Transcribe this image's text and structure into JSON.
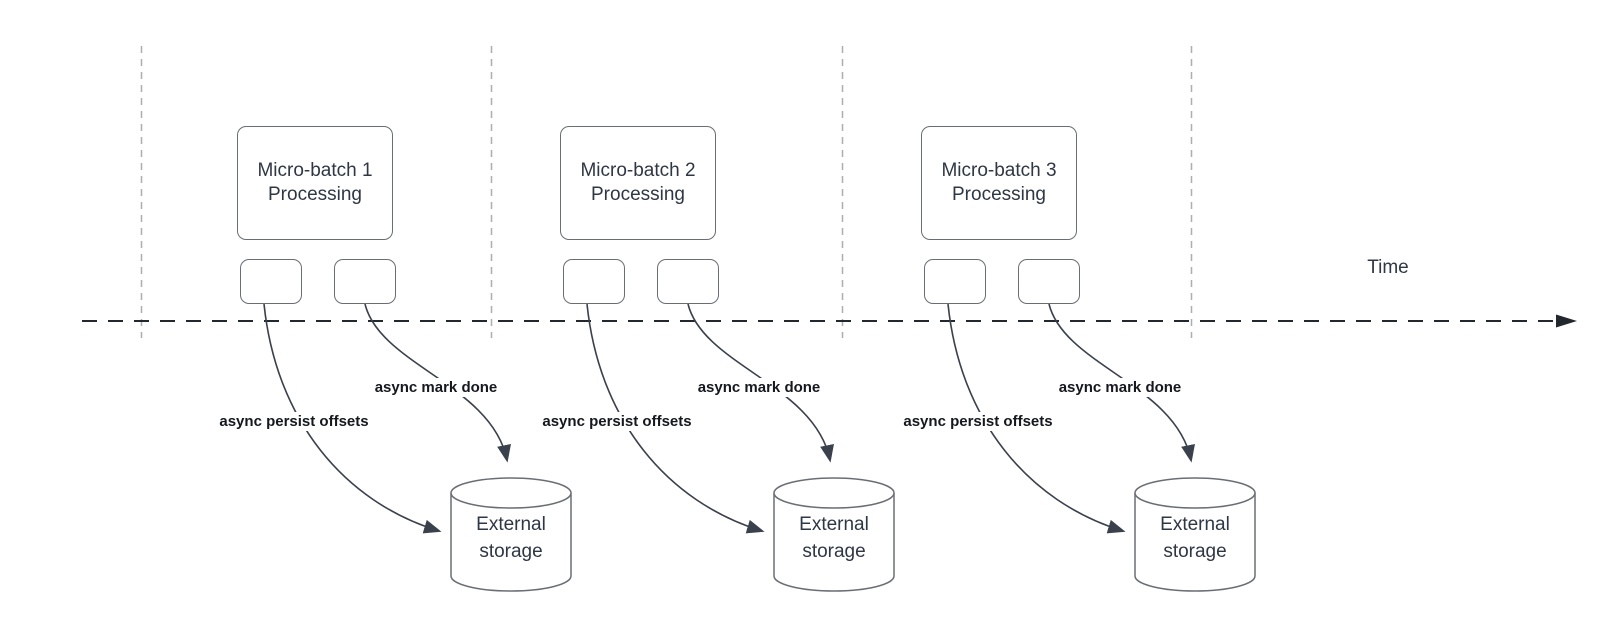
{
  "diagram": {
    "timeline_label": "Time",
    "groups": [
      {
        "box_line1": "Micro-batch 1",
        "box_line2": "Processing",
        "persist_arrow_label": "async persist offsets",
        "mark_done_arrow_label": "async mark done",
        "storage_line1": "External",
        "storage_line2": "storage"
      },
      {
        "box_line1": "Micro-batch 2",
        "box_line2": "Processing",
        "persist_arrow_label": "async persist offsets",
        "mark_done_arrow_label": "async mark done",
        "storage_line1": "External",
        "storage_line2": "storage"
      },
      {
        "box_line1": "Micro-batch 3",
        "box_line2": "Processing",
        "persist_arrow_label": "async persist offsets",
        "mark_done_arrow_label": "async mark done",
        "storage_line1": "External",
        "storage_line2": "storage"
      }
    ],
    "colors": {
      "shape_stroke": "#6a6e74",
      "connector_stroke": "#3a414d",
      "guide_line": "#aeaeae",
      "timeline_stroke": "#23272e",
      "shape_text": "#2f3744",
      "label_text": "#15181e"
    }
  }
}
